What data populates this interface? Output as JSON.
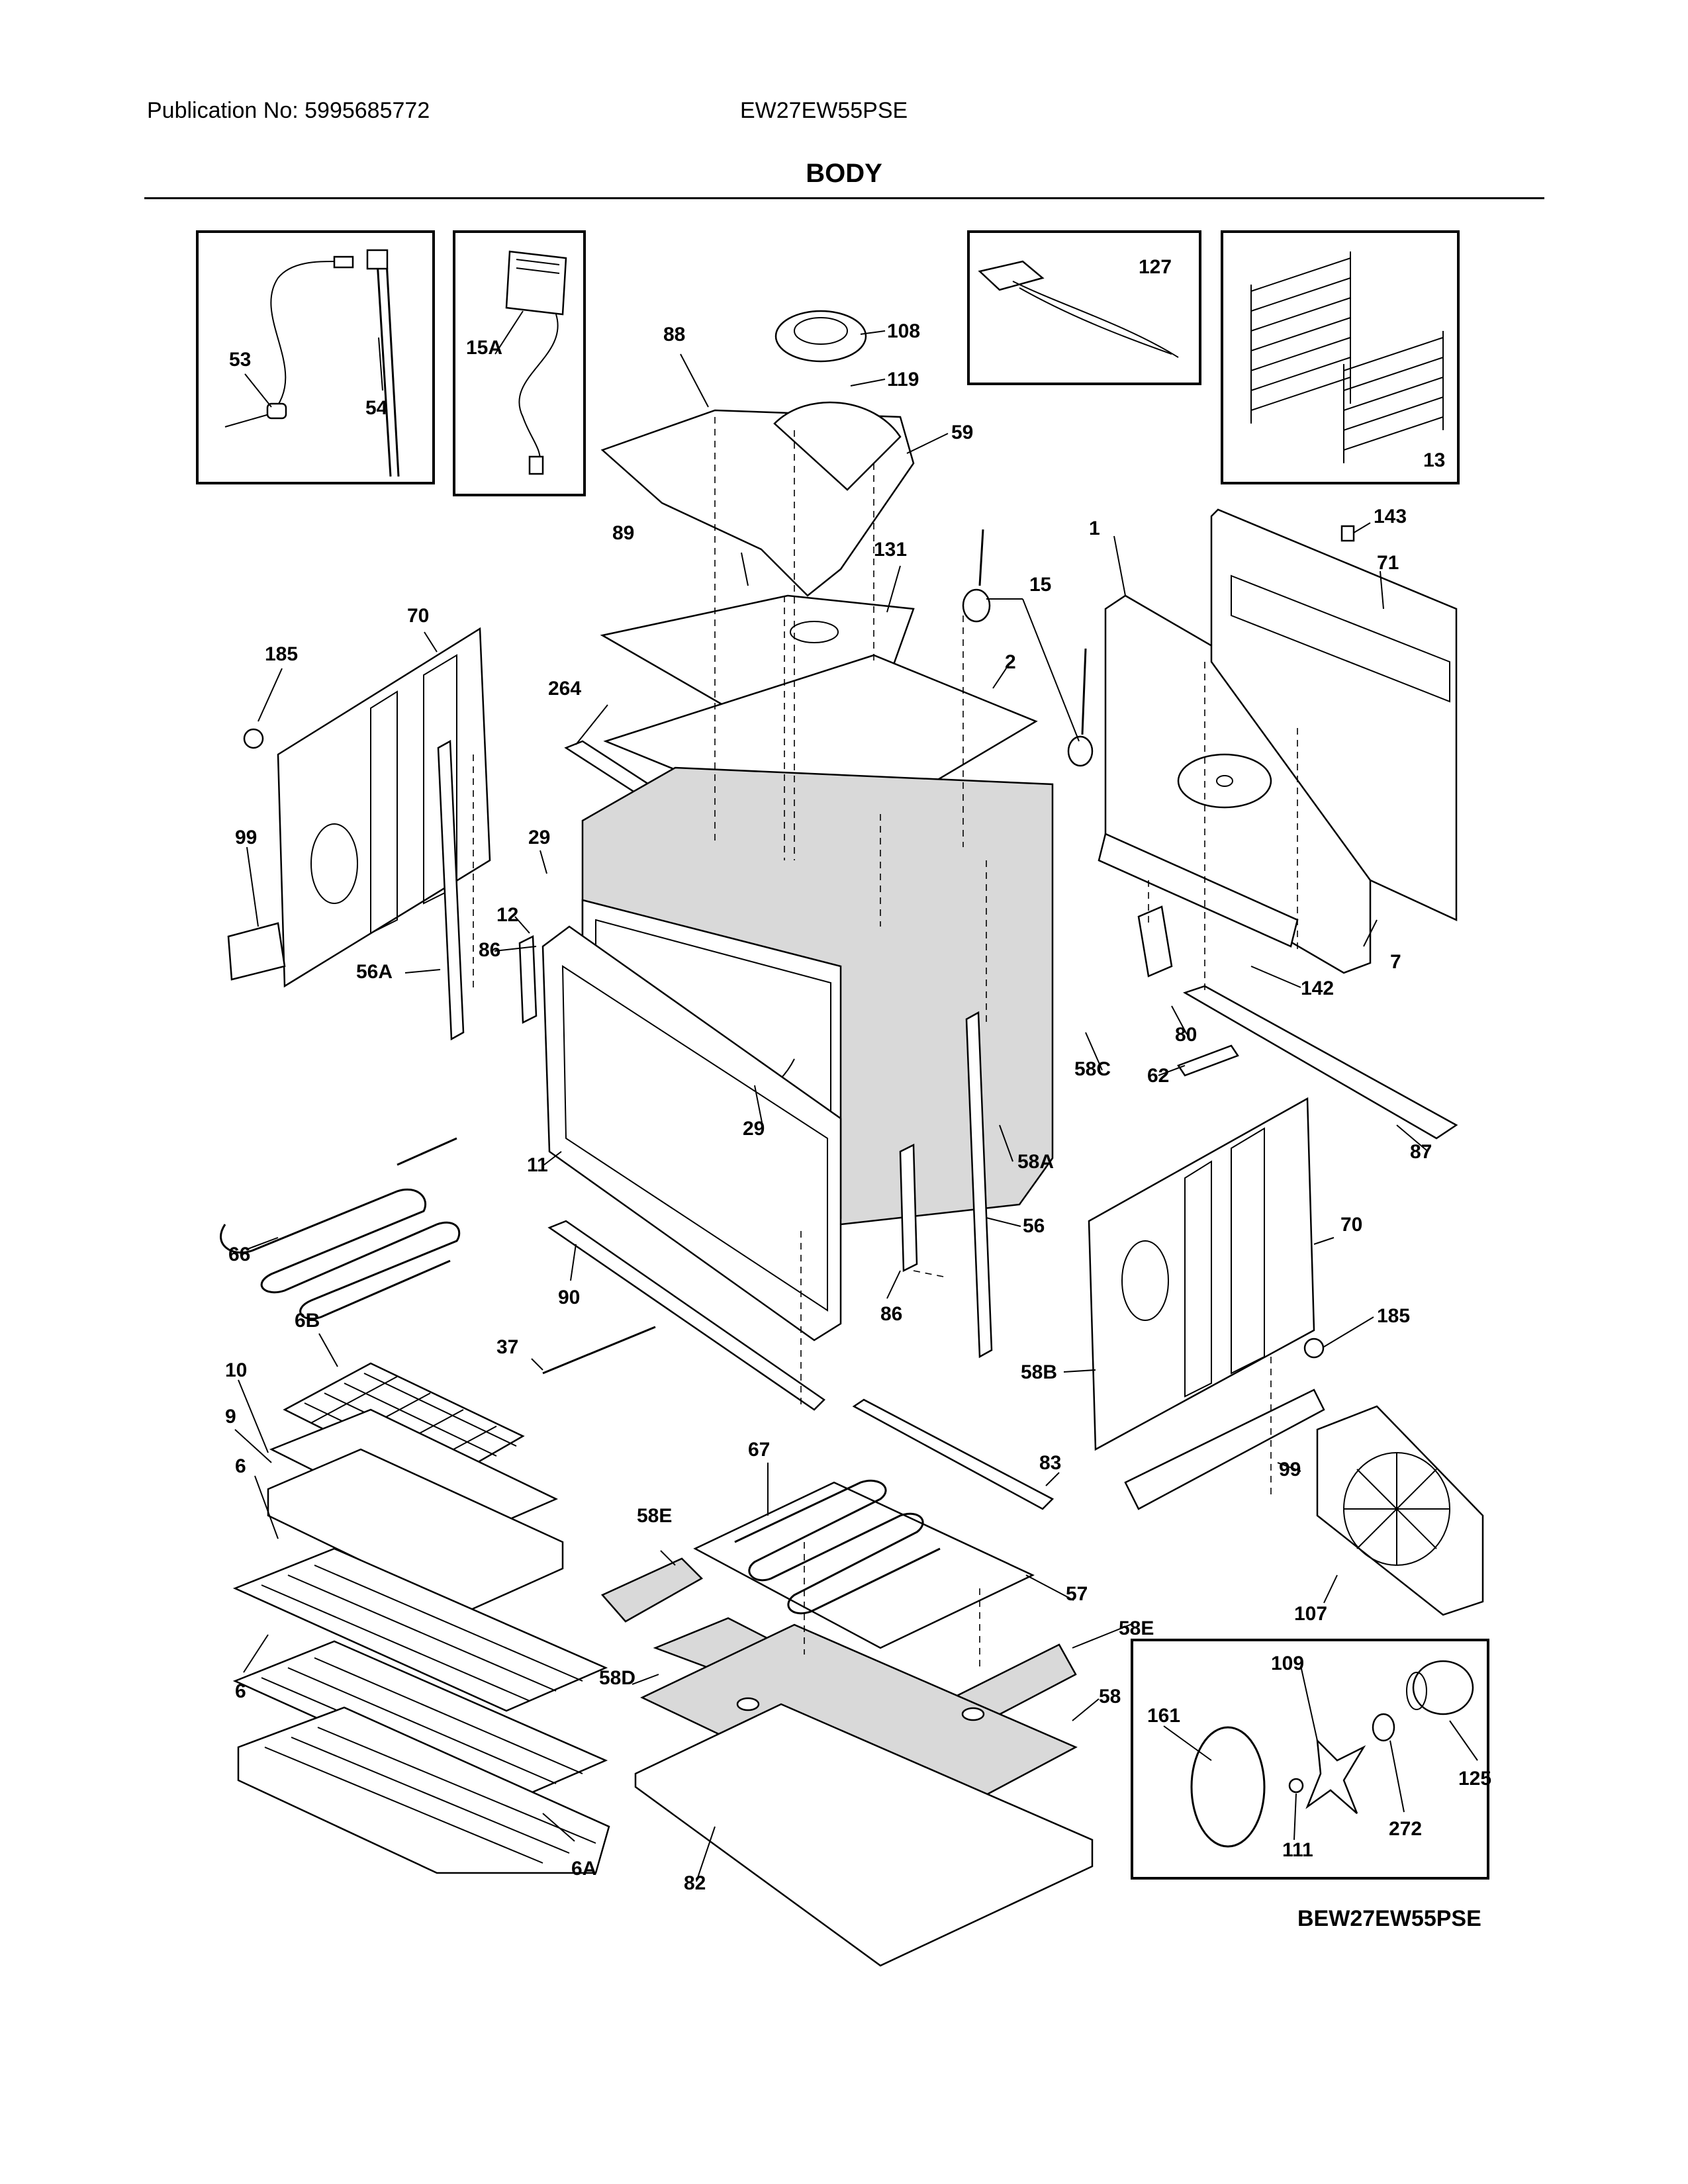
{
  "header": {
    "publication": "Publication No: 5995685772",
    "model": "EW27EW55PSE"
  },
  "title": "BODY",
  "diagram_code": "BEW27EW55PSE",
  "callouts": [
    "53",
    "54",
    "15A",
    "88",
    "108",
    "119",
    "59",
    "127",
    "13",
    "89",
    "131",
    "15",
    "1",
    "143",
    "71",
    "70",
    "185",
    "264",
    "2",
    "29",
    "99",
    "12",
    "86",
    "56A",
    "7",
    "142",
    "80",
    "58C",
    "62",
    "29",
    "87",
    "11",
    "58A",
    "56",
    "66",
    "90",
    "86",
    "70",
    "6B",
    "37",
    "185",
    "58B",
    "10",
    "9",
    "67",
    "83",
    "99",
    "6",
    "58E",
    "57",
    "58E",
    "107",
    "6",
    "58D",
    "58",
    "109",
    "161",
    "125",
    "272",
    "111",
    "6A",
    "82"
  ]
}
